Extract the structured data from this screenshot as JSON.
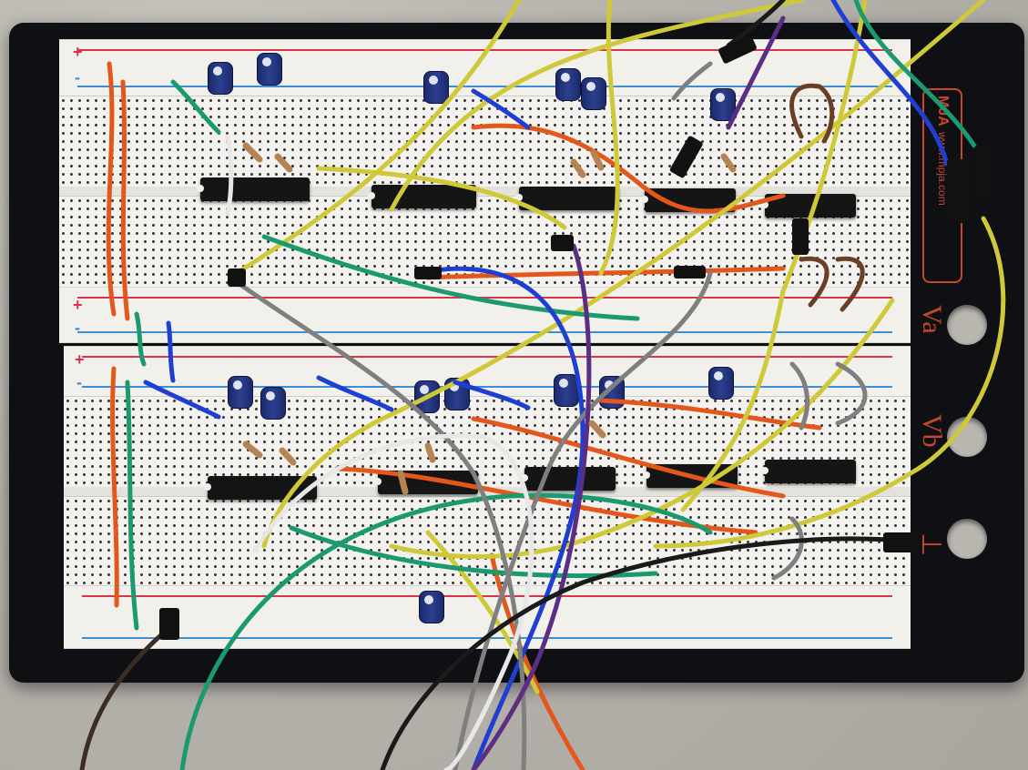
{
  "board_marks": {
    "plus": "+",
    "minus": "-"
  },
  "side_labels": {
    "va": "Va",
    "vb": "Vb",
    "ground": "⊥"
  },
  "logo": {
    "brand": "MJA",
    "url": "www.mpja.com"
  },
  "colors": {
    "board_frame": "#0e1013",
    "breadboard": "#f1f0eb",
    "rail_red": "#d8344a",
    "rail_blue": "#3c8fd6",
    "label_orange": "#c8462b",
    "wire_yellow": "#cfc93a",
    "wire_orange": "#e4571c",
    "wire_green": "#1a9a6e",
    "wire_blue": "#1f3fd1",
    "wire_gray": "#7f7f7f",
    "wire_black": "#1a1a1a",
    "wire_white": "#e7e7e7",
    "wire_purple": "#5b2d83",
    "wire_brown": "#6a3f26"
  }
}
